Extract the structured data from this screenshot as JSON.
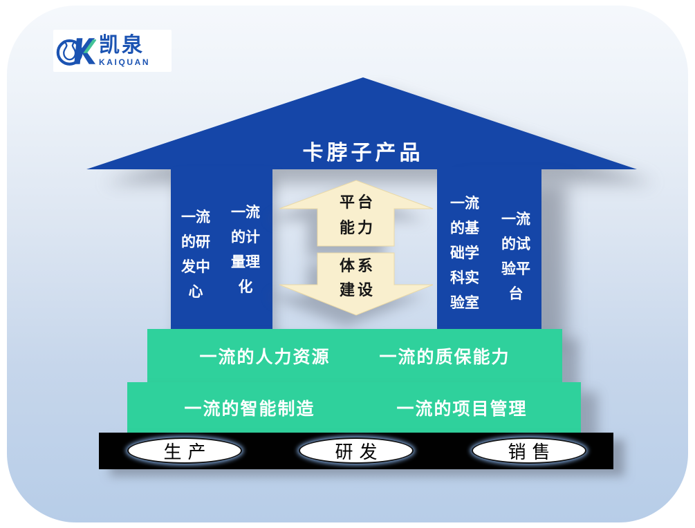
{
  "logo": {
    "cn": "凯泉",
    "en": "KAIQUAN"
  },
  "roof": {
    "title": "卡脖子产品"
  },
  "pillars": {
    "left": [
      "一流的研发中心",
      "一流的计量理化"
    ],
    "right": [
      "一流的基础学科实验室",
      "一流的试验平台"
    ]
  },
  "arrows": {
    "up": {
      "line1": "平台",
      "line2": "能力"
    },
    "down": {
      "line1": "体系",
      "line2": "建设"
    }
  },
  "foundation": {
    "row1": [
      "一流的人力资源",
      "一流的质保能力"
    ],
    "row2": [
      "一流的智能制造",
      "一流的项目管理"
    ]
  },
  "base": {
    "items": [
      "生产",
      "研发",
      "销售"
    ]
  },
  "colors": {
    "structure_blue": "#1546a8",
    "foundation_green": "#2fd19c",
    "arrow_cream": "#f9efce",
    "base_black": "#010101",
    "logo_blue": "#1b53b2",
    "logo_green": "#45c398",
    "background_top": "#f5f8fc",
    "background_bottom": "#b7cde8"
  }
}
